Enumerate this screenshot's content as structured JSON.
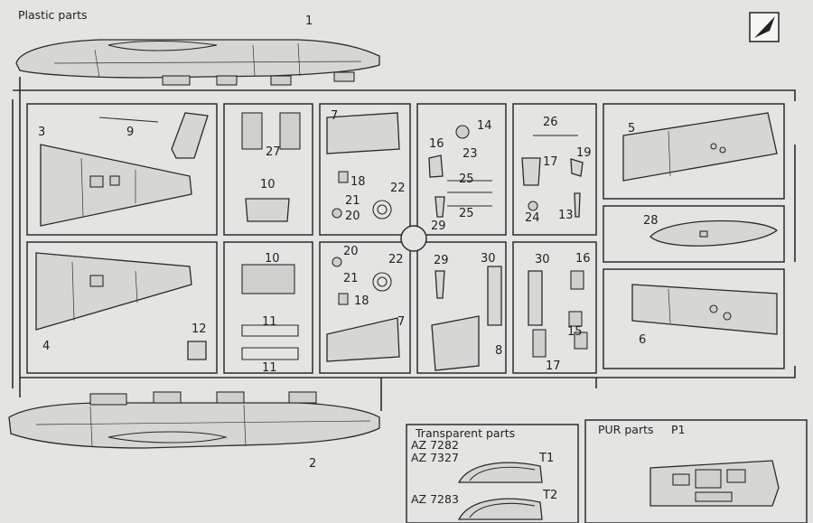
{
  "sections": {
    "plastic_title": "Plastic parts",
    "transparent_title": "Transparent parts",
    "pur_title": "PUR parts",
    "transparent_codes": [
      "AZ 7282",
      "AZ 7327",
      "AZ 7283"
    ],
    "pur_label": "P1"
  },
  "labels": {
    "p1": "1",
    "p2": "2",
    "p3": "3",
    "p4": "4",
    "p5": "5",
    "p6": "6",
    "p7a": "7",
    "p7b": "7",
    "p8": "8",
    "p9": "9",
    "p10a": "10",
    "p10b": "10",
    "p11a": "11",
    "p11b": "11",
    "p12": "12",
    "p13": "13",
    "p14": "14",
    "p15": "15",
    "p16a": "16",
    "p16b": "16",
    "p17a": "17",
    "p17b": "17",
    "p18a": "18",
    "p18b": "18",
    "p19": "19",
    "p20a": "20",
    "p20b": "20",
    "p21a": "21",
    "p21b": "21",
    "p22a": "22",
    "p22b": "22",
    "p23": "23",
    "p24": "24",
    "p25a": "25",
    "p25b": "25",
    "p26": "26",
    "p27": "27",
    "p28": "28",
    "p29a": "29",
    "p29b": "29",
    "p30a": "30",
    "p30b": "30",
    "t1": "T1",
    "t2": "T2"
  },
  "colors": {
    "paper": "#e4e4e2",
    "ink": "#2a2a2a",
    "part_fill": "#d6d6d4"
  },
  "icons": {
    "corner_logo": "knife-blade-icon"
  }
}
